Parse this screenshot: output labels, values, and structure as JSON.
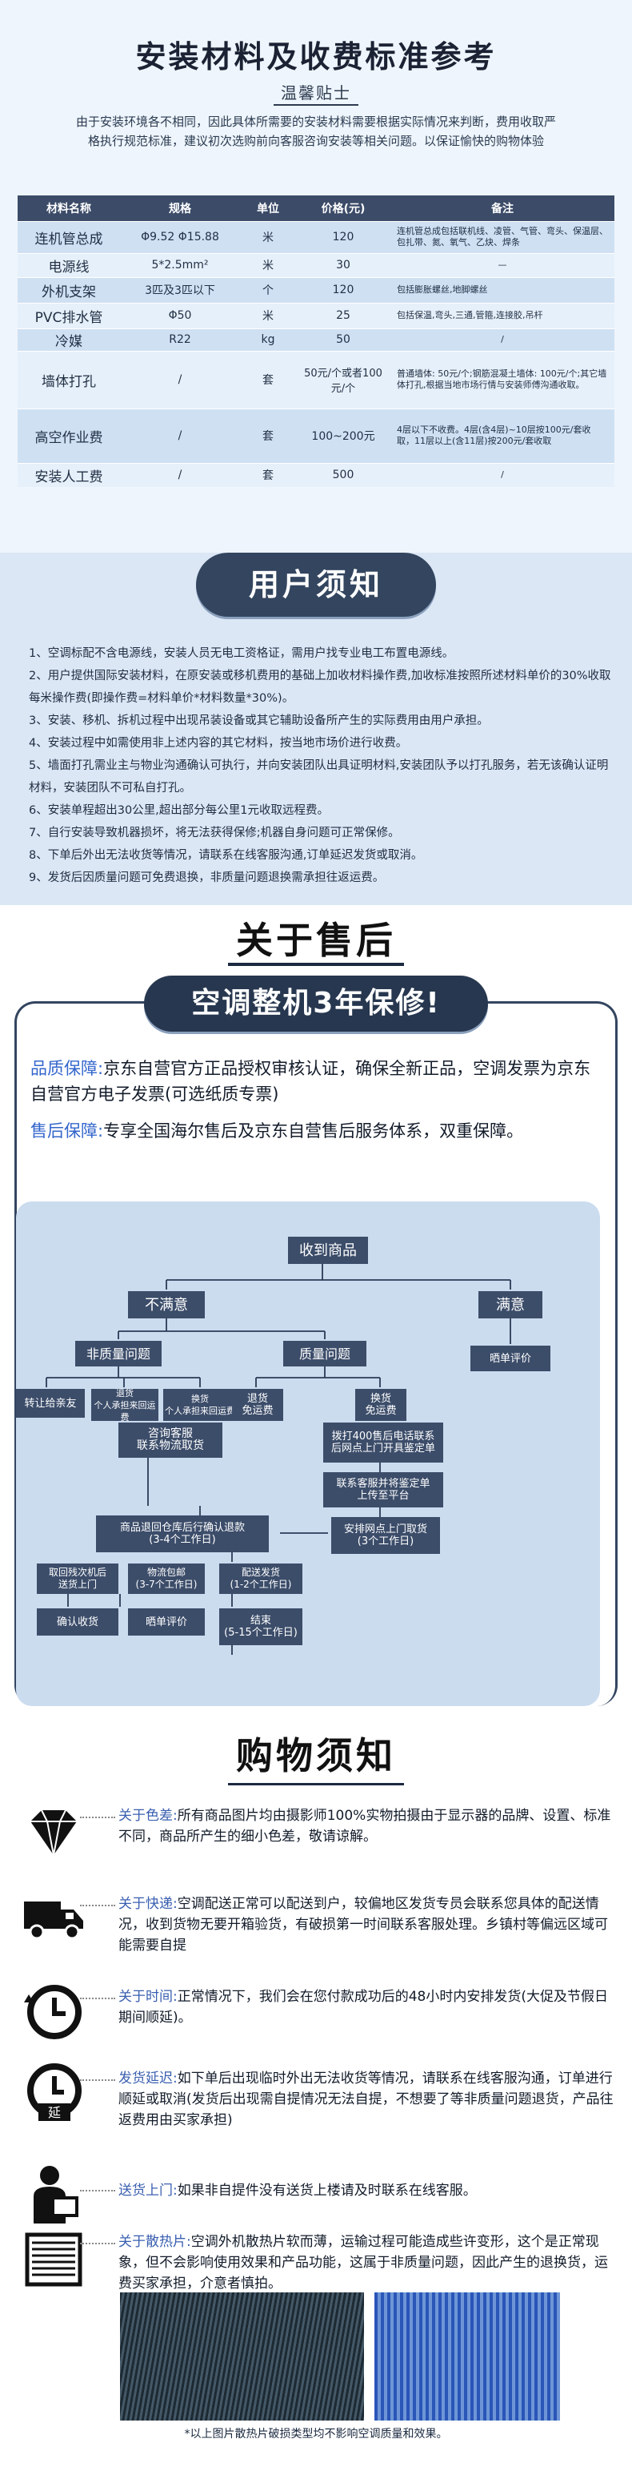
{
  "fees": {
    "title": "安装材料及收费标准参考",
    "subtitle": "温馨贴士",
    "intro": "由于安装环境各不相同，因此具体所需要的安装材料需要根据实际情况来判断，费用收取严格执行规范标准，建议初次选购前向客服咨询安装等相关问题。以保证愉快的购物体验",
    "headers": [
      "材料名称",
      "规格",
      "单位",
      "价格(元)",
      "备注"
    ],
    "rows": [
      {
        "name": "连机管总成",
        "spec": "Φ9.52 Φ15.88",
        "unit": "米",
        "price": "120",
        "note": "连机管总成包括联机线、凌管、气管、弯头、保温层、包扎带、氮、氧气、乙炔、焊条"
      },
      {
        "name": "电源线",
        "spec": "5*2.5mm²",
        "unit": "米",
        "price": "30",
        "note": "—"
      },
      {
        "name": "外机支架",
        "spec": "3匹及3匹以下",
        "unit": "个",
        "price": "120",
        "note": "包括膨胀螺丝,地脚螺丝"
      },
      {
        "name": "PVC排水管",
        "spec": "Φ50",
        "unit": "米",
        "price": "25",
        "note": "包括保温,弯头,三通,管箍,连接胶,吊杆"
      },
      {
        "name": "冷媒",
        "spec": "R22",
        "unit": "kg",
        "price": "50",
        "note": "/"
      },
      {
        "name": "墙体打孔",
        "spec": "/",
        "unit": "套",
        "price": "50元/个或者100元/个",
        "note": "普通墙体: 50元/个;钢筋混凝土墙体: 100元/个;其它墙体打孔,根据当地市场行情与安装师傅沟通收取。"
      },
      {
        "name": "高空作业费",
        "spec": "/",
        "unit": "套",
        "price": "100~200元",
        "note": "4层以下不收费。4层(含4层)~10层按100元/套收取，11层以上(含11层)按200元/套收取"
      },
      {
        "name": "安装人工费",
        "spec": "/",
        "unit": "套",
        "price": "500",
        "note": "/"
      }
    ]
  },
  "user_notice": {
    "title": "用户须知",
    "items": [
      "1、空调标配不含电源线，安装人员无电工资格证，需用户找专业电工布置电源线。",
      "2、用户提供国际安装材料，在原安装或移机费用的基础上加收材料操作费,加收标准按照所述材料单价的30%收取每米操作费(即操作费=材料单价*材料数量*30%)。",
      "3、安装、移机、拆机过程中出现吊装设备或其它辅助设备所产生的实际费用由用户承担。",
      "4、安装过程中如需使用非上述内容的其它材料，按当地市场价进行收费。",
      "5、墙面打孔需业主与物业沟通确认可执行，并向安装团队出具证明材料,安装团队予以打孔服务，若无该确认证明材料，安装团队不可私自打孔。",
      "6、安装单程超出30公里,超出部分每公里1元收取远程费。",
      "7、自行安装导致机器损坏，将无法获得保修;机器自身问题可正常保修。",
      "8、下单后外出无法收货等情况，请联系在线客服沟通,订单延迟发货或取消。",
      "9、发货后因质量问题可免费退换，非质量问题退换需承担往返运费。"
    ]
  },
  "after_sale": {
    "title": "关于售后",
    "banner": "空调整机3年保修!",
    "quality_key": "品质保障:",
    "quality_text": "京东自营官方正品授权审核认证，确保全新正品，空调发票为京东自营官方电子发票(可选纸质专票)",
    "service_key": "售后保障:",
    "service_text": "专享全国海尔售后及京东自营售后服务体系，双重保障。",
    "flow": {
      "received": "收到商品",
      "unsatisfied": "不满意",
      "satisfied": "满意",
      "review": "晒单评价",
      "non_quality": "非质量问题",
      "quality": "质量问题",
      "gift": "转让给亲友",
      "return_self": "退货\n个人承担来回运费",
      "exchange_self": "换货\n个人承担来回运费",
      "return_free": "退货\n免运费",
      "exchange_free": "换货\n免运费",
      "consult": "咨询客服\n联系物流取货",
      "call400": "拨打400售后电话联系\n后网点上门开具鉴定单",
      "upload": "联系客服并将鉴定单\n上传至平台",
      "refund": "商品退回仓库后行确认退款\n(3-4个工作日)",
      "pickup": "安排网点上门取货\n(3个工作日)",
      "cancel_old": "取回残次机后\n送货上门",
      "logistics": "物流包邮\n(3-7个工作日)",
      "ship": "配送发货\n(1-2个工作日)",
      "confirm": "确认收货",
      "review2": "晒单评价",
      "done": "结束\n(5-15个工作日)"
    }
  },
  "shopping": {
    "title": "购物须知",
    "tips": [
      {
        "icon": "diamond-icon",
        "key": "关于色差:",
        "text": "所有商品图片均由摄影师100%实物拍摄由于显示器的品牌、设置、标准不同，商品所产生的细小色差，敬请谅解。"
      },
      {
        "icon": "truck-icon",
        "key": "关于快递:",
        "text": "空调配送正常可以配送到户，较偏地区发货专员会联系您具体的配送情况，收到货物无要开箱验货，有破损第一时间联系客服处理。乡镇村等偏远区域可能需要自提"
      },
      {
        "icon": "clock-icon",
        "key": "关于时间:",
        "text": "正常情况下，我们会在您付款成功后的48小时内安排发货(大促及节假日期间顺延)。"
      },
      {
        "icon": "delay-clock-icon",
        "key": "发货延迟:",
        "text": "如下单后出现临时外出无法收货等情况，请联系在线客服沟通，订单进行顺延或取消(发货后出现需自提情况无法自提，不想要了等非质量问题退货，产品往返费用由买家承担)"
      },
      {
        "icon": "delivery-man-icon",
        "key": "送货上门:",
        "text": "如果非自提件没有送货上楼请及时联系在线客服。"
      },
      {
        "icon": "heat-sink-icon",
        "key": "关于散热片:",
        "text": "空调外机散热片软而薄，运输过程可能造成些许变形，这个是正常现象，但不会影响使用效果和产品功能，这属于非质量问题，因此产生的退换货，运费买家承担，介意者慎拍。"
      }
    ],
    "caption": "*以上图片散热片破损类型均不影响空调质量和效果。"
  }
}
